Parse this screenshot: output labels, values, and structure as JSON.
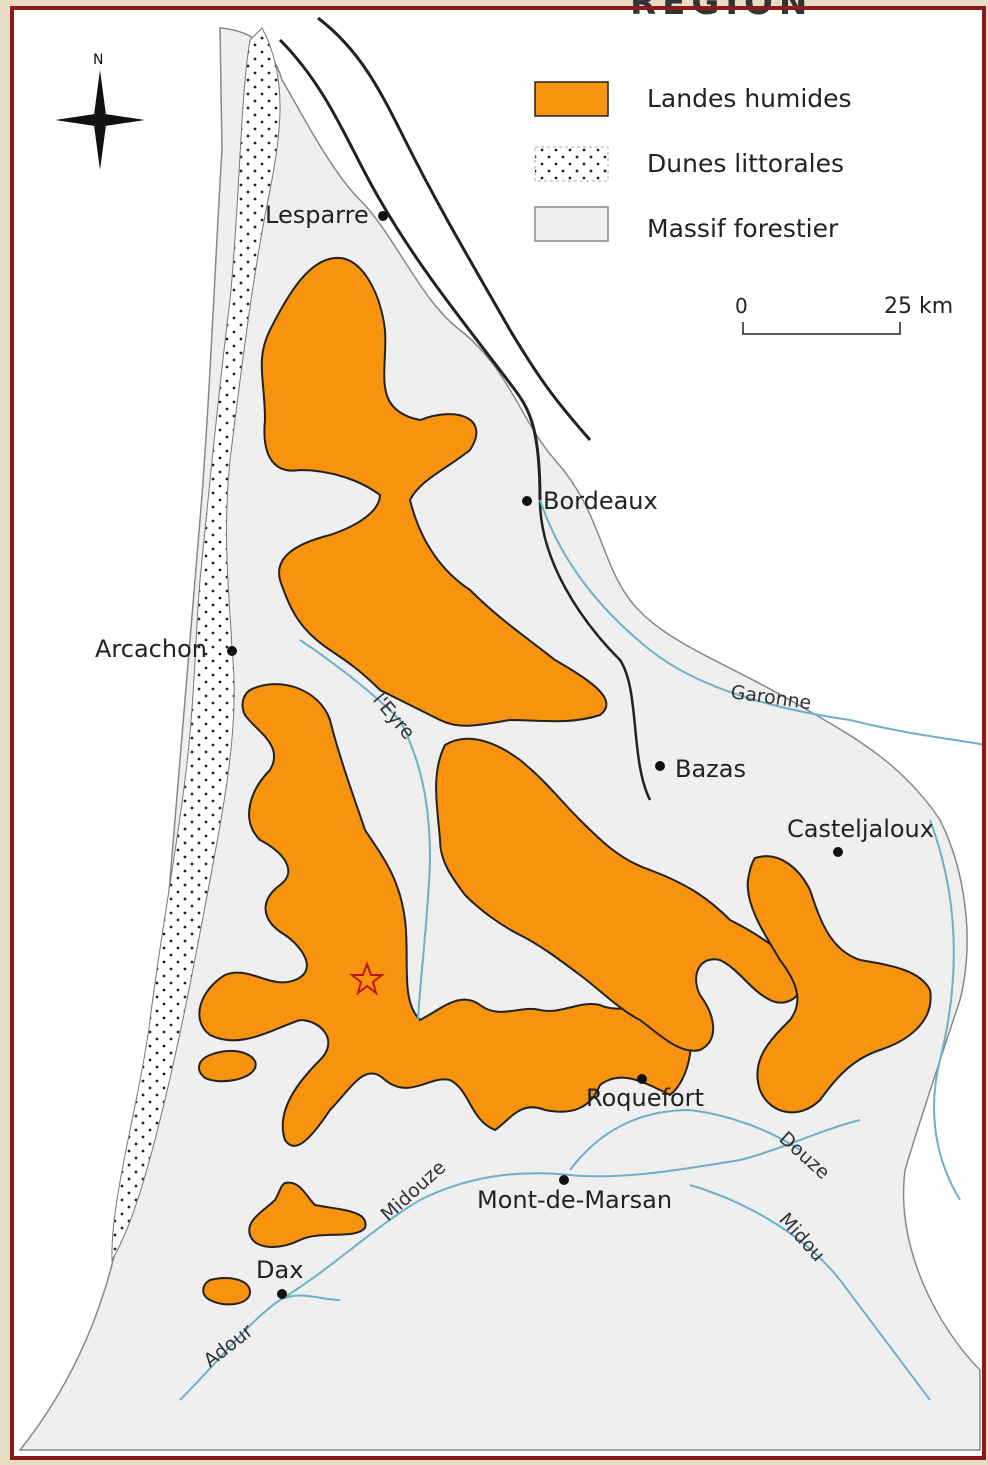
{
  "map": {
    "header_fragment": "RÉGION",
    "north_label": "N",
    "legend": [
      {
        "id": "landes-humides",
        "label": "Landes humides",
        "color": "#f7930e"
      },
      {
        "id": "dunes-littorales",
        "label": "Dunes littorales",
        "color": "#ffffff"
      },
      {
        "id": "massif-forestier",
        "label": "Massif forestier",
        "color": "#efefef"
      }
    ],
    "scale": {
      "start": "0",
      "end": "25 km"
    },
    "cities": [
      {
        "id": "lesparre",
        "label": "Lesparre"
      },
      {
        "id": "bordeaux",
        "label": "Bordeaux"
      },
      {
        "id": "arcachon",
        "label": "Arcachon"
      },
      {
        "id": "bazas",
        "label": "Bazas"
      },
      {
        "id": "casteljaloux",
        "label": "Casteljaloux"
      },
      {
        "id": "roquefort",
        "label": "Roquefort"
      },
      {
        "id": "mont-de-marsan",
        "label": "Mont-de-Marsan"
      },
      {
        "id": "dax",
        "label": "Dax"
      }
    ],
    "rivers": [
      {
        "id": "garonne",
        "label": "Garonne"
      },
      {
        "id": "leyre",
        "label": "l'Eyre"
      },
      {
        "id": "midouze",
        "label": "Midouze"
      },
      {
        "id": "douze",
        "label": "Douze"
      },
      {
        "id": "midou",
        "label": "Midou"
      },
      {
        "id": "adour",
        "label": "Adour"
      }
    ],
    "colors": {
      "frame": "#8b1a1a",
      "background": "#e9dcc4",
      "land": "#efefef",
      "landes": "#f7930e",
      "river": "#6bb0cc",
      "star": "#c0141b"
    }
  }
}
